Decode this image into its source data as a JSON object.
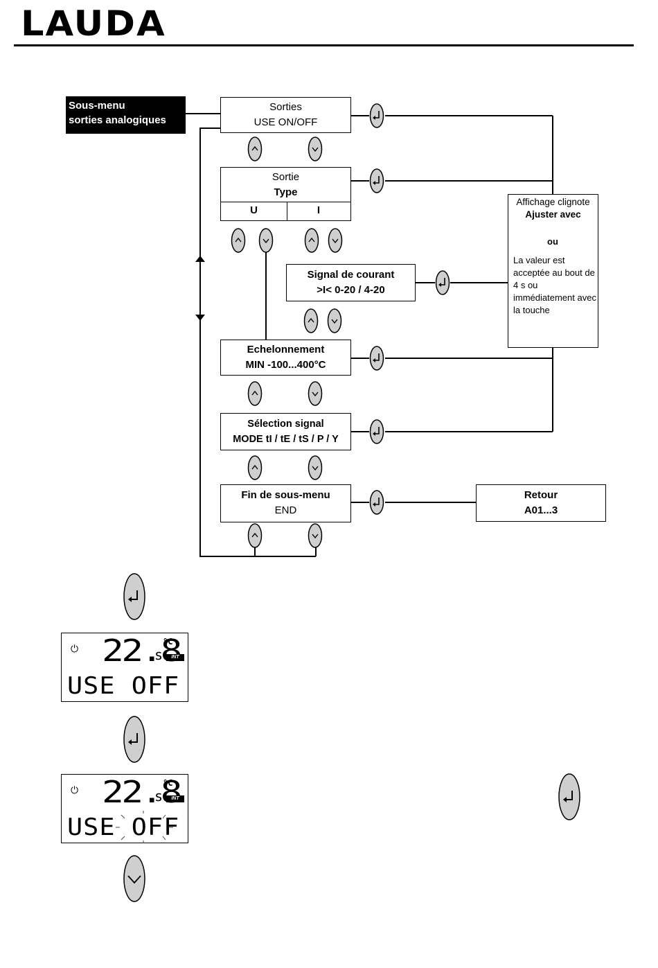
{
  "header": {
    "logo": "LAUDA"
  },
  "diagram": {
    "submenu_label": [
      "Sous-menu",
      "sorties analogiques"
    ],
    "nodes": {
      "sorties": [
        "Sorties",
        "USE  ON/OFF"
      ],
      "sortie_type": [
        "Sortie",
        "Type"
      ],
      "type_u": "U",
      "type_i": "I",
      "signal_courant": [
        "Signal de courant",
        ">I<  0-20 / 4-20"
      ],
      "echelonnement": [
        "Echelonnement",
        "MIN -100...400°C"
      ],
      "selection_signal": [
        "Sélection signal",
        "MODE tI / tE / tS / P / Y"
      ],
      "fin_sous_menu": [
        "Fin de sous-menu",
        "END"
      ],
      "retour": [
        "Retour",
        "A01...3"
      ]
    },
    "note": {
      "line1": "Affichage clignote",
      "line2": "Ajuster avec",
      "ou": "ou",
      "body": "La valeur est acceptée au bout de 4 s ou immédiatement avec la touche"
    }
  },
  "lcd_displays": [
    {
      "temperature": "22.8",
      "suffix": "s",
      "unit": "°C",
      "badge": "INT",
      "power_icon": "⏻",
      "line2": "USE OFF"
    },
    {
      "temperature": "22.8",
      "suffix": "s",
      "unit": "°C",
      "badge": "INT",
      "power_icon": "⏻",
      "line2": "USE OFF"
    }
  ],
  "icons": [
    "enter-key-icon",
    "arrow-up-key-icon",
    "arrow-down-key-icon",
    "power-icon"
  ]
}
